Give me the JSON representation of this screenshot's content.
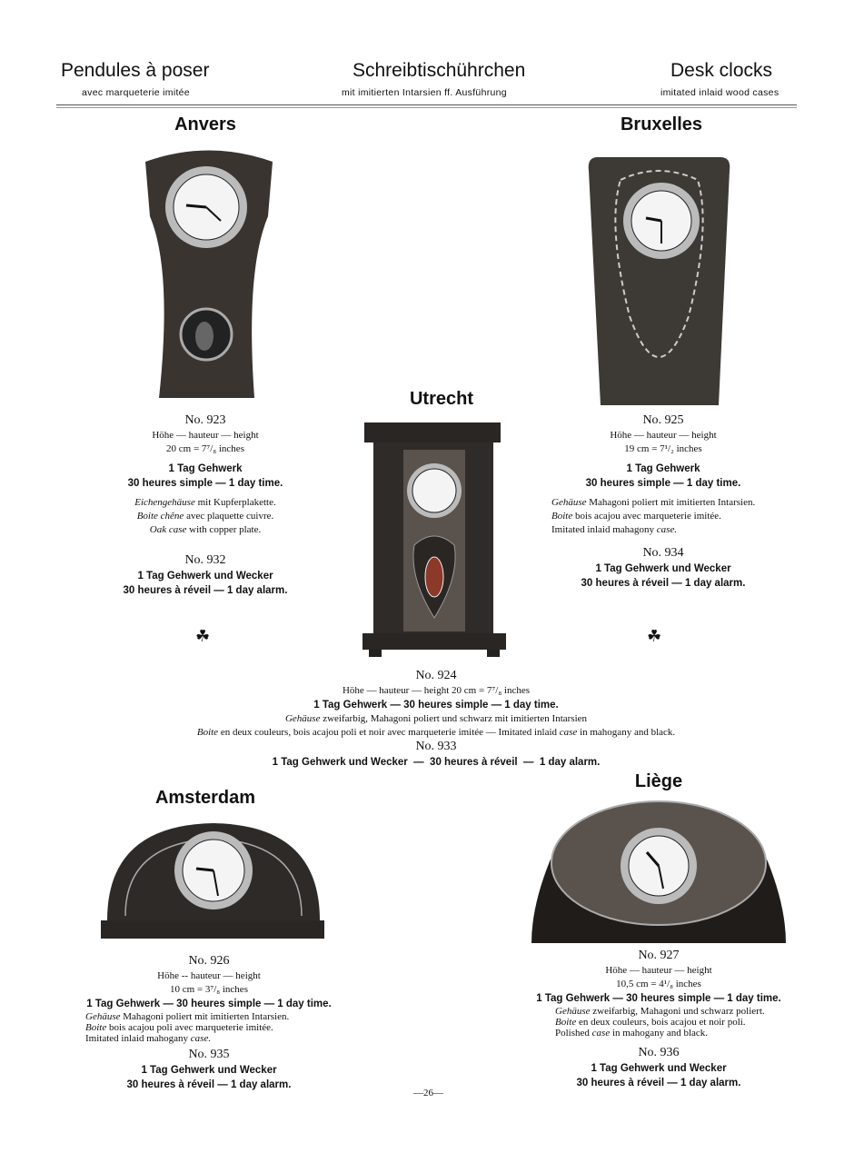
{
  "header": {
    "left": {
      "title": "Pendules à poser",
      "subtitle": "avec marqueterie imitée"
    },
    "center": {
      "title": "Schreibtischührchen",
      "subtitle": "mit imitierten Intarsien ff. Ausführung"
    },
    "right": {
      "title": "Desk clocks",
      "subtitle": "imitated inlaid wood cases"
    }
  },
  "products": {
    "anvers": {
      "name": "Anvers",
      "no": "No. 923",
      "height_label": "Höhe — hauteur — height",
      "height": "20 cm = 7⁷/₈ inches",
      "movement1": "1 Tag Gehwerk",
      "movement2": "30 heures simple — 1 day time.",
      "case_de_i": "Eichengehäuse",
      "case_de": " mit Kupferplakette.",
      "case_fr_i": "Boite chêne",
      "case_fr": " avec plaquette cuivre.",
      "case_en_i": "Oak case",
      "case_en": " with copper plate.",
      "alarm_no": "No. 932",
      "alarm1": "1 Tag Gehwerk und Wecker",
      "alarm2": "30 heures à réveil — 1 day alarm."
    },
    "bruxelles": {
      "name": "Bruxelles",
      "no": "No. 925",
      "height_label": "Höhe — hauteur — height",
      "height": "19 cm = 7¹/₂ inches",
      "movement1": "1 Tag Gehwerk",
      "movement2": "30 heures simple — 1 day time.",
      "case_de_i": "Gehäuse",
      "case_de": " Mahagoni poliert mit imitierten Intarsien.",
      "case_fr_i": "Boite",
      "case_fr": " bois acajou avec marqueterie imitée.",
      "case_en": "Imitated inlaid mahagony ",
      "case_en_i": "case.",
      "alarm_no": "No. 934",
      "alarm1": "1 Tag Gehwerk und Wecker",
      "alarm2": "30 heures à réveil — 1 day alarm."
    },
    "utrecht": {
      "name": "Utrecht",
      "no": "No. 924",
      "height": "Höhe — hauteur — height 20 cm = 7⁷/₈ inches",
      "movement": "1 Tag Gehwerk — 30 heures simple — 1 day time.",
      "case_de_i": "Gehäuse",
      "case_de": " zweifarbig, Mahagoni poliert und schwarz mit imitierten Intarsien",
      "case_fr_i": "Boite",
      "case_fr": " en deux couleurs, bois acajou poli et noir avec marqueterie imitée  —  Imitated inlaid ",
      "case_en_i": "case",
      "case_en": " in mahogany and black.",
      "alarm_no": "No. 933",
      "alarm": "1 Tag Gehwerk und Wecker  —  30 heures à réveil  —  1 day alarm."
    },
    "amsterdam": {
      "name": "Amsterdam",
      "no": "No. 926",
      "height_label": "Höhe -- hauteur — height",
      "height": "10 cm = 3⁷/₈ inches",
      "movement": "1 Tag Gehwerk — 30 heures simple — 1 day time.",
      "case_de_i": "Gehäuse",
      "case_de": " Mahagoni poliert mit imitierten Intarsien.",
      "case_fr_i": "Boite",
      "case_fr": " bois acajou poli avec marqueterie imitée.",
      "case_en": "Imitated inlaid mahogany ",
      "case_en_i": "case.",
      "alarm_no": "No. 935",
      "alarm1": "1 Tag Gehwerk und Wecker",
      "alarm2": "30 heures à réveil — 1 day alarm."
    },
    "liege": {
      "name": "Liège",
      "no": "No. 927",
      "height_label": "Höhe — hauteur — height",
      "height": "10,5 cm = 4¹/₈ inches",
      "movement": "1 Tag Gehwerk — 30 heures simple — 1 day time.",
      "case_de_i": "Gehäuse",
      "case_de": " zweifarbig, Mahagoni und schwarz poliert.",
      "case_fr_i": "Boite",
      "case_fr": " en deux couleurs, bois acajou et noir poli.",
      "case_en": "Polished ",
      "case_en_i": "case",
      "case_en2": " in mahogany and black.",
      "alarm_no": "No. 936",
      "alarm1": "1 Tag Gehwerk und Wecker",
      "alarm2": "30 heures à réveil — 1 day alarm."
    }
  },
  "page_number": "—26—"
}
